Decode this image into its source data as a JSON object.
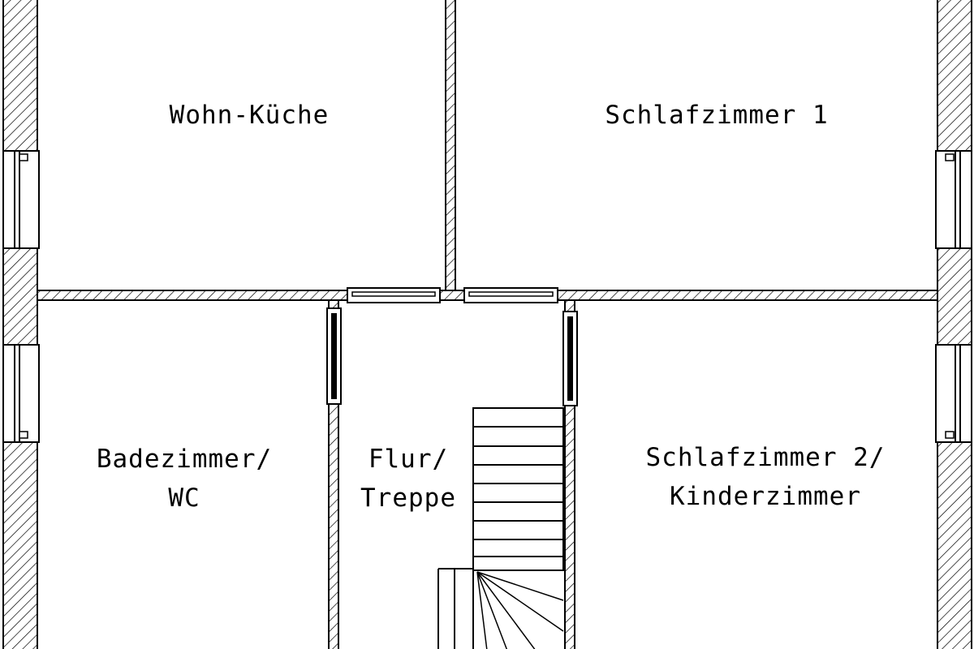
{
  "diagram": {
    "type": "floor-plan",
    "rooms": [
      {
        "id": "wohn-kueche",
        "lines": [
          "Wohn-Küche"
        ]
      },
      {
        "id": "schlafzimmer-1",
        "lines": [
          "Schlafzimmer 1"
        ]
      },
      {
        "id": "badezimmer",
        "lines": [
          "Badezimmer/",
          "WC"
        ]
      },
      {
        "id": "flur",
        "lines": [
          "Flur/",
          "Treppe"
        ]
      },
      {
        "id": "schlafzimmer-2",
        "lines": [
          "Schlafzimmer 2/",
          "Kinderzimmer"
        ]
      }
    ],
    "colors": {
      "line": "#000000",
      "hatch": "#000000",
      "background": "#ffffff"
    }
  }
}
